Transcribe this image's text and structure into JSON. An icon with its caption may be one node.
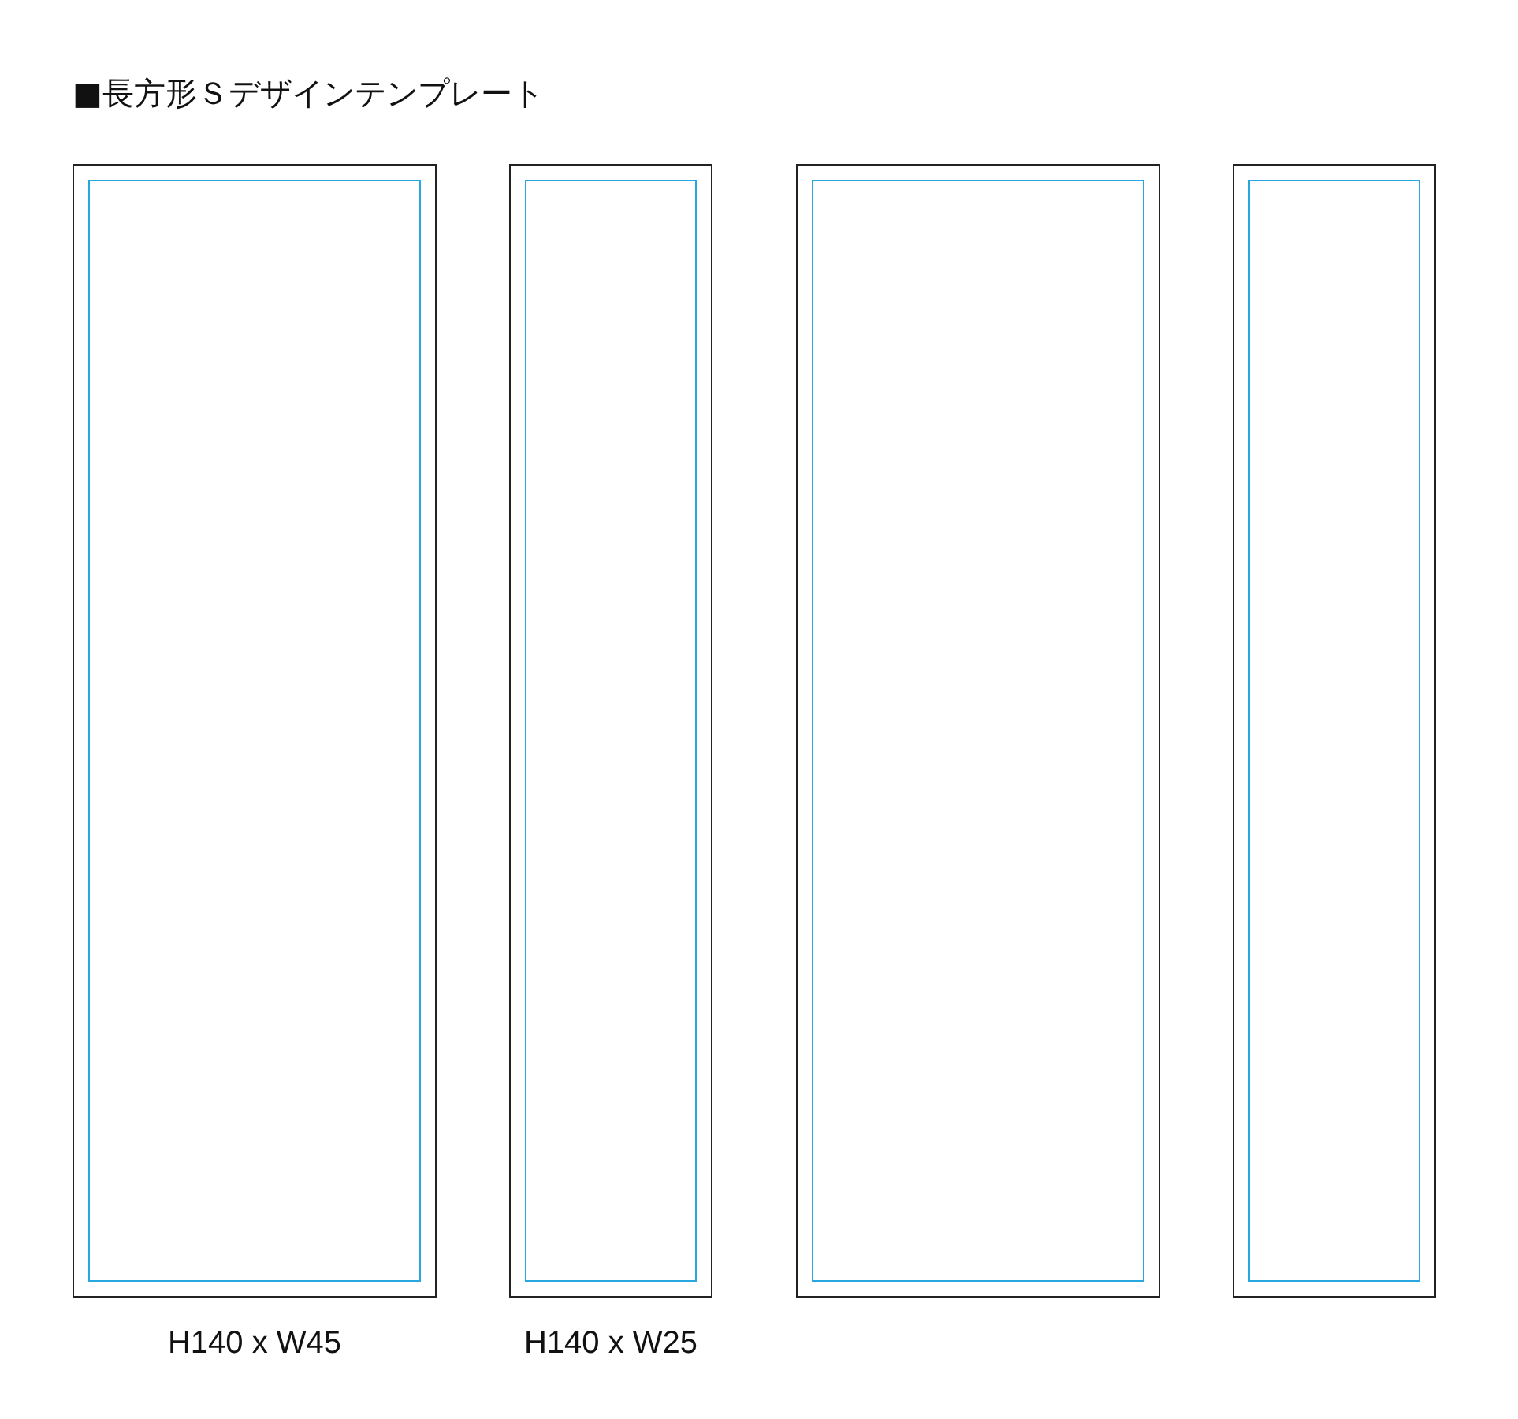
{
  "diagram": {
    "title": "■長方形Ｓデザインテンプレート",
    "nodes": [
      {
        "text": [],
        "shape": "box",
        "beside": [
          "H140 x W45"
        ]
      },
      {
        "text": [],
        "shape": "box",
        "in": 0
      },
      {
        "text": [],
        "shape": "box",
        "beside": [
          "H140 x W25"
        ]
      },
      {
        "text": [],
        "shape": "box",
        "in": 2
      },
      {
        "text": [],
        "shape": "box"
      },
      {
        "text": [],
        "shape": "box",
        "in": 4
      },
      {
        "text": [],
        "shape": "box"
      },
      {
        "text": [],
        "shape": "box",
        "in": 6
      }
    ]
  }
}
